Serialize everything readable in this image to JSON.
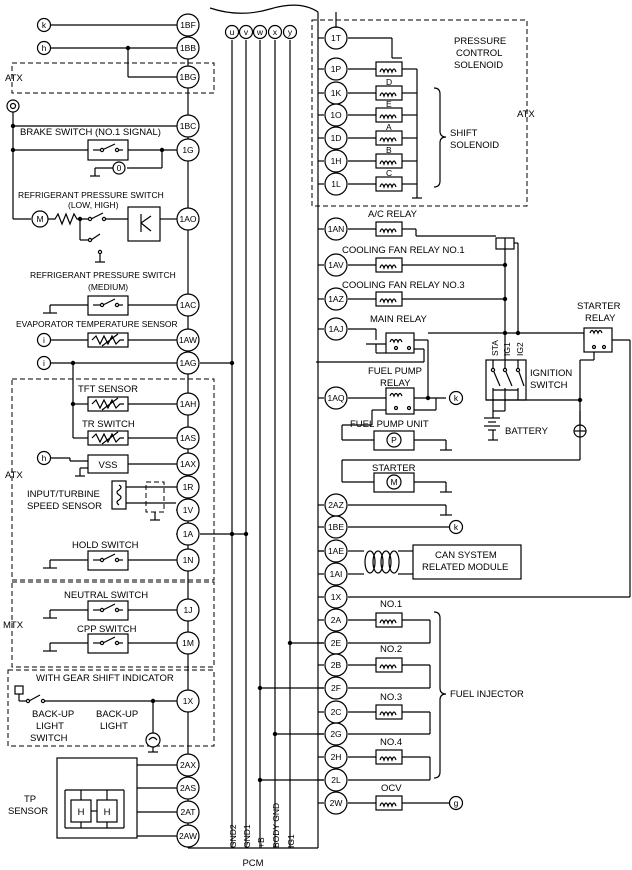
{
  "pcm_label": "PCM",
  "top_connectors": [
    "u",
    "v",
    "w",
    "x",
    "y"
  ],
  "left_terminals": [
    "k",
    "h",
    "i",
    "i",
    "h"
  ],
  "right_terminals": [
    "k",
    "k",
    "g"
  ],
  "bus_labels": [
    "GND2",
    "GND1",
    "+B",
    "BODY GND",
    "IG1"
  ],
  "pins_left": [
    "1BF",
    "1BB",
    "1BG",
    "1BC",
    "1G",
    "1AO",
    "1AC",
    "1AW",
    "1AG",
    "1AH",
    "1AS",
    "1AX",
    "1R",
    "1V",
    "1A",
    "1N",
    "1J",
    "1M",
    "1X",
    "2AX",
    "2AS",
    "2AT",
    "2AW"
  ],
  "pins_right": [
    "1T",
    "1P",
    "1K",
    "1O",
    "1D",
    "1H",
    "1L",
    "1AN",
    "1AV",
    "1AZ",
    "1AJ",
    "1AQ",
    "2AZ",
    "1BE",
    "1AE",
    "1AI",
    "1X",
    "2A",
    "2E",
    "2B",
    "2F",
    "2C",
    "2G",
    "2H",
    "2L",
    "2W"
  ],
  "zones": [
    "ATX",
    "ATX",
    "MTX",
    "ATX"
  ],
  "labels": {
    "brake_switch": "BRAKE SWITCH (NO.1 SIGNAL)",
    "refrig_hl_1": "REFRIGERANT PRESSURE SWITCH",
    "refrig_hl_2": "(LOW, HIGH)",
    "refrig_med_1": "REFRIGERANT PRESSURE SWITCH",
    "refrig_med_2": "(MEDIUM)",
    "evap": "EVAPORATOR TEMPERATURE SENSOR",
    "tft": "TFT SENSOR",
    "tr": "TR SWITCH",
    "vss": "VSS",
    "input_1": "INPUT/TURBINE",
    "input_2": "SPEED SENSOR",
    "hold": "HOLD SWITCH",
    "neutral": "NEUTRAL SWITCH",
    "cpp": "CPP SWITCH",
    "gear": "WITH GEAR SHIFT INDICATOR",
    "backup_sw_1": "BACK-UP",
    "backup_sw_2": "LIGHT",
    "backup_sw_3": "SWITCH",
    "backup_lt_1": "BACK-UP",
    "backup_lt_2": "LIGHT",
    "tp_1": "TP",
    "tp_2": "SENSOR",
    "pcs_1": "PRESSURE",
    "pcs_2": "CONTROL",
    "pcs_3": "SOLENOID",
    "shift_1": "SHIFT",
    "shift_2": "SOLENOID",
    "sol_d": "D",
    "sol_e": "E",
    "sol_a": "A",
    "sol_b": "B",
    "sol_c": "C",
    "ac_relay": "A/C RELAY",
    "cf1": "COOLING FAN RELAY NO.1",
    "cf3": "COOLING FAN RELAY NO.3",
    "main_relay": "MAIN RELAY",
    "fp_relay_1": "FUEL PUMP",
    "fp_relay_2": "RELAY",
    "fp_unit": "FUEL PUMP UNIT",
    "starter": "STARTER",
    "starter_relay_1": "STARTER",
    "starter_relay_2": "RELAY",
    "ign_1": "IGNITION",
    "ign_2": "SWITCH",
    "sta": "STA",
    "ig1": "IG1",
    "ig2": "IG2",
    "battery": "BATTERY",
    "can_1": "CAN SYSTEM",
    "can_2": "RELATED MODULE",
    "fuel_injector": "FUEL INJECTOR",
    "no1": "NO.1",
    "no2": "NO.2",
    "no3": "NO.3",
    "no4": "NO.4",
    "ocv": "OCV",
    "vss_box": "VSS",
    "h": "H"
  }
}
